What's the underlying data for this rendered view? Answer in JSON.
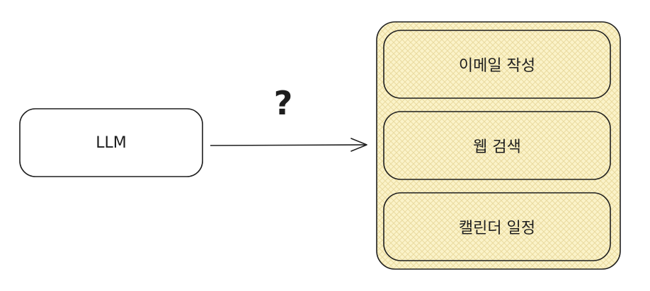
{
  "llm_box": {
    "label": "LLM"
  },
  "arrow": {
    "label": "?"
  },
  "tools": [
    {
      "label": "이메일 작성"
    },
    {
      "label": "웹 검색"
    },
    {
      "label": "캘린더 일정"
    }
  ],
  "colors": {
    "stroke": "#1e1e1e",
    "hatch_fill": "#fbf3c9",
    "hatch_line": "#eadba0"
  }
}
